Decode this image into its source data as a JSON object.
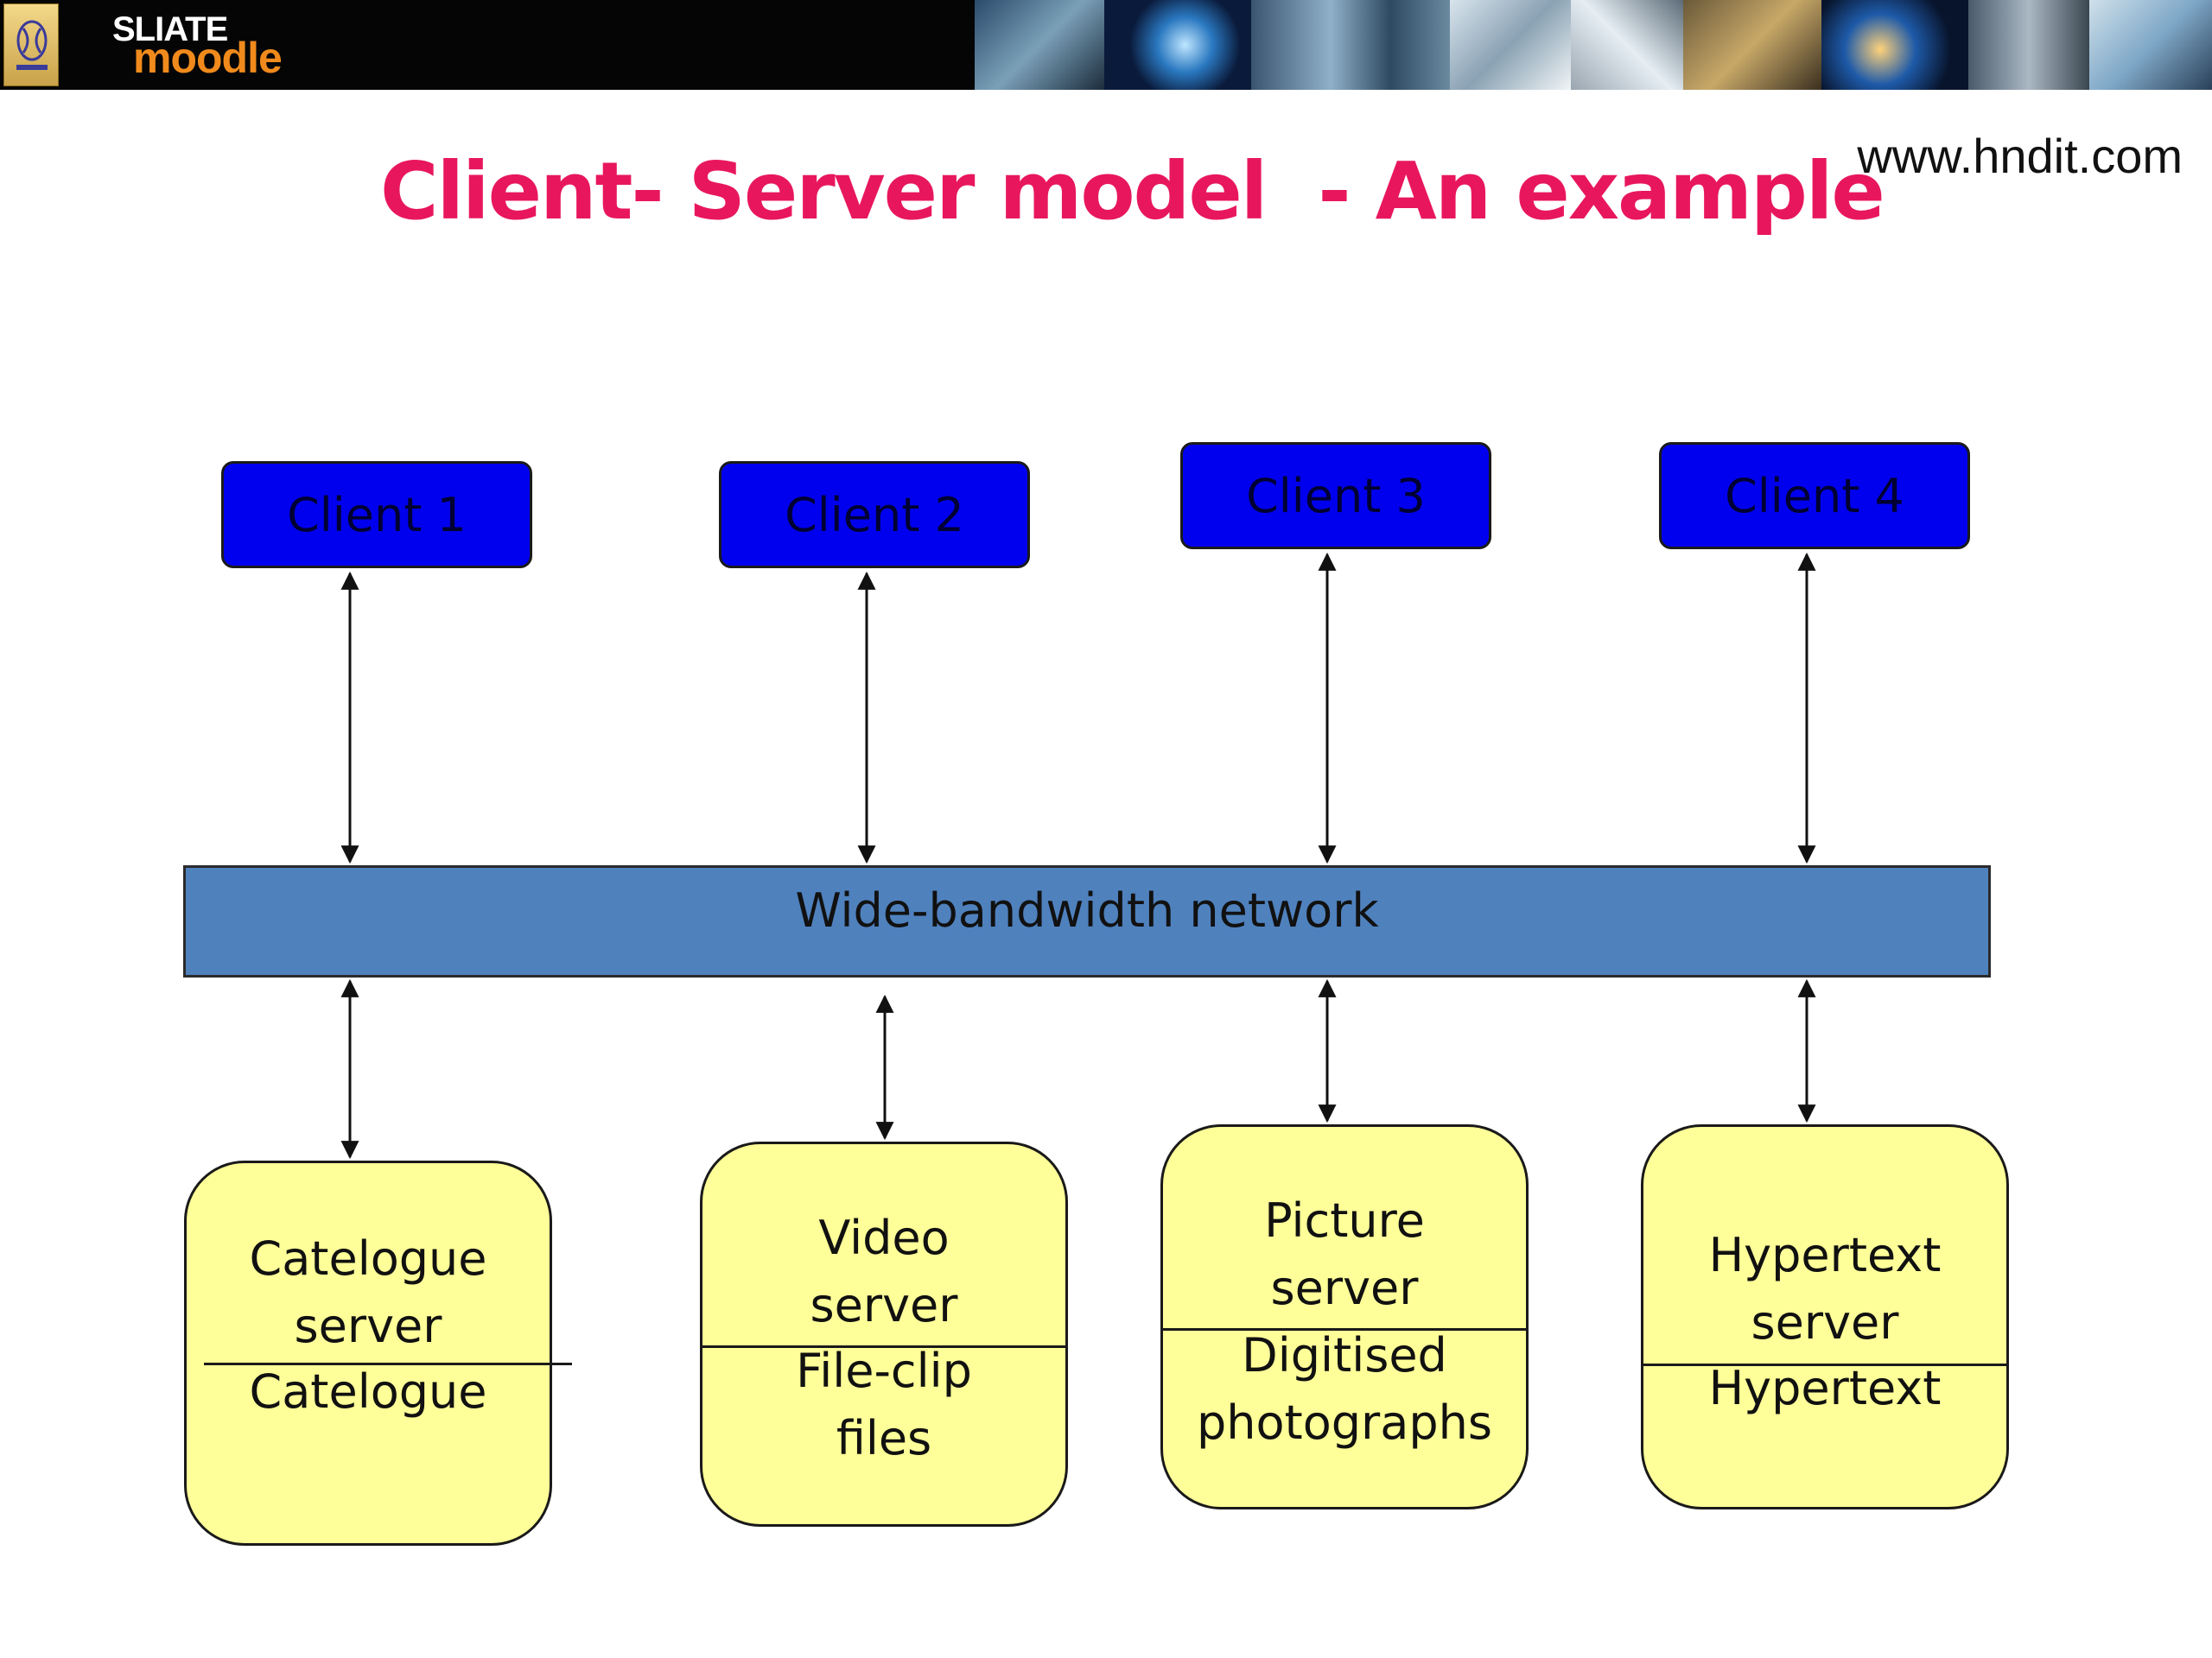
{
  "header": {
    "brand_top": "SLIATE",
    "brand_bottom": "moodle",
    "logo_icon": "emblem-icon",
    "photo_strip_icon": "photo-collage-icon"
  },
  "slide": {
    "title": "Client- Server model  - An example",
    "url": "www.hndit.com"
  },
  "diagram": {
    "clients": [
      {
        "label": "Client 1"
      },
      {
        "label": "Client 2"
      },
      {
        "label": "Client 3"
      },
      {
        "label": "Client 4"
      }
    ],
    "network": {
      "label": "Wide-bandwidth network"
    },
    "servers": [
      {
        "name": "Catelogue\nserver",
        "content": "Catelogue"
      },
      {
        "name": "Video\nserver",
        "content": "File-clip\nfiles"
      },
      {
        "name": "Picture\nserver",
        "content": "Digitised\nphotographs"
      },
      {
        "name": "Hypertext\nserver",
        "content": "Hypertext"
      }
    ]
  },
  "colors": {
    "title": "#e8175d",
    "client_fill": "#0000ee",
    "network_fill": "#4f81bd",
    "server_fill": "#ffff99"
  }
}
